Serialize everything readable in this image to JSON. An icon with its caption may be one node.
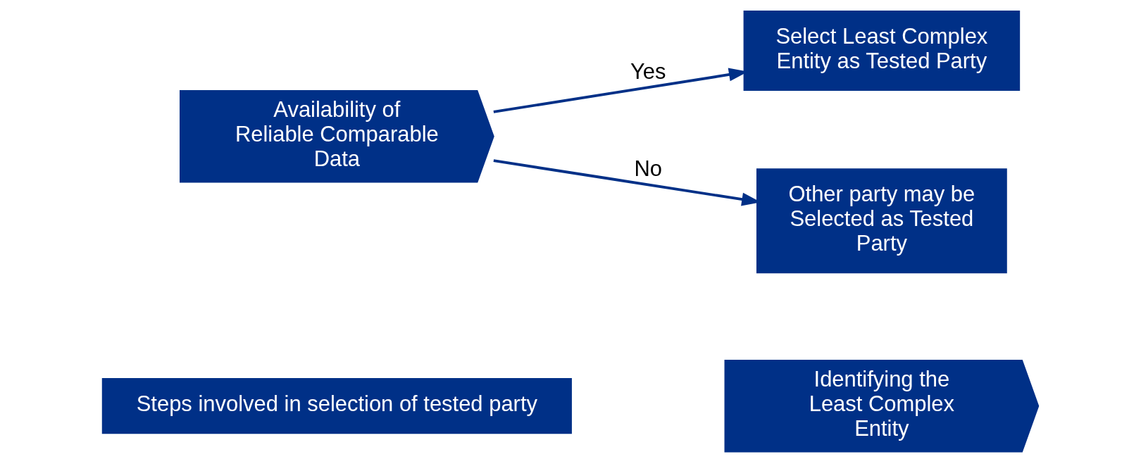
{
  "diagram": {
    "nodes": [
      {
        "text": [
          "Steps involved in selection of tested party"
        ]
      },
      {
        "text": [
          "Identifying the Least Complex Entity"
        ]
      },
      {
        "text": [
          "Availability of Reliable Comparable Data"
        ]
      },
      {
        "text": [
          "Select Least Complex Entity as Tested Party"
        ]
      },
      {
        "text": [
          "Other party may be Selected as Tested Party"
        ]
      }
    ],
    "edges": [
      {
        "from": 2,
        "to": 3,
        "arrow": "to",
        "label": "Yes"
      },
      {
        "from": 2,
        "to": 4,
        "arrow": "to",
        "label": "No"
      }
    ]
  }
}
